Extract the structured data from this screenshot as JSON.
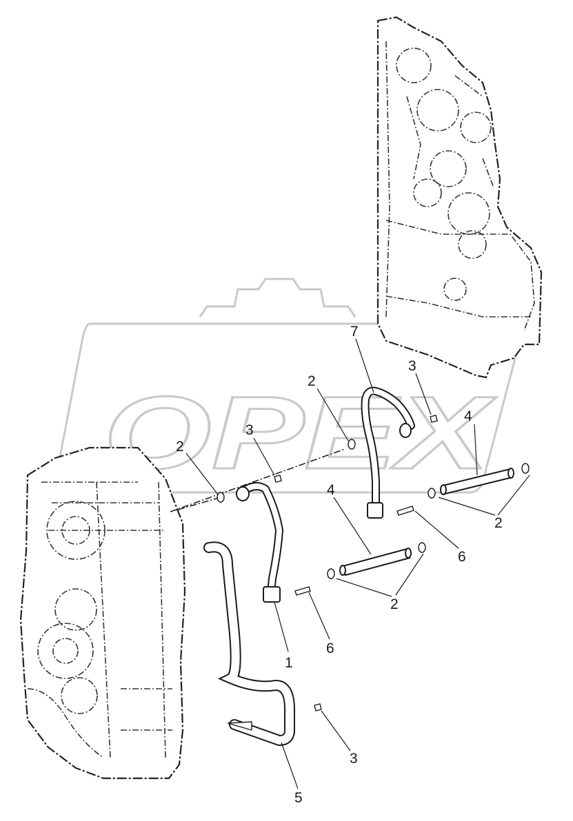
{
  "diagram": {
    "watermark_text": "OPEX",
    "callouts": [
      {
        "id": "c7",
        "label": "7"
      },
      {
        "id": "c3a",
        "label": "3"
      },
      {
        "id": "c2a",
        "label": "2"
      },
      {
        "id": "c3b",
        "label": "3"
      },
      {
        "id": "c2b",
        "label": "2"
      },
      {
        "id": "c4a",
        "label": "4"
      },
      {
        "id": "c4b",
        "label": "4"
      },
      {
        "id": "c2c",
        "label": "2"
      },
      {
        "id": "c6a",
        "label": "6"
      },
      {
        "id": "c2d",
        "label": "2"
      },
      {
        "id": "c6b",
        "label": "6"
      },
      {
        "id": "c1",
        "label": "1"
      },
      {
        "id": "c3c",
        "label": "3"
      },
      {
        "id": "c5",
        "label": "5"
      }
    ]
  }
}
